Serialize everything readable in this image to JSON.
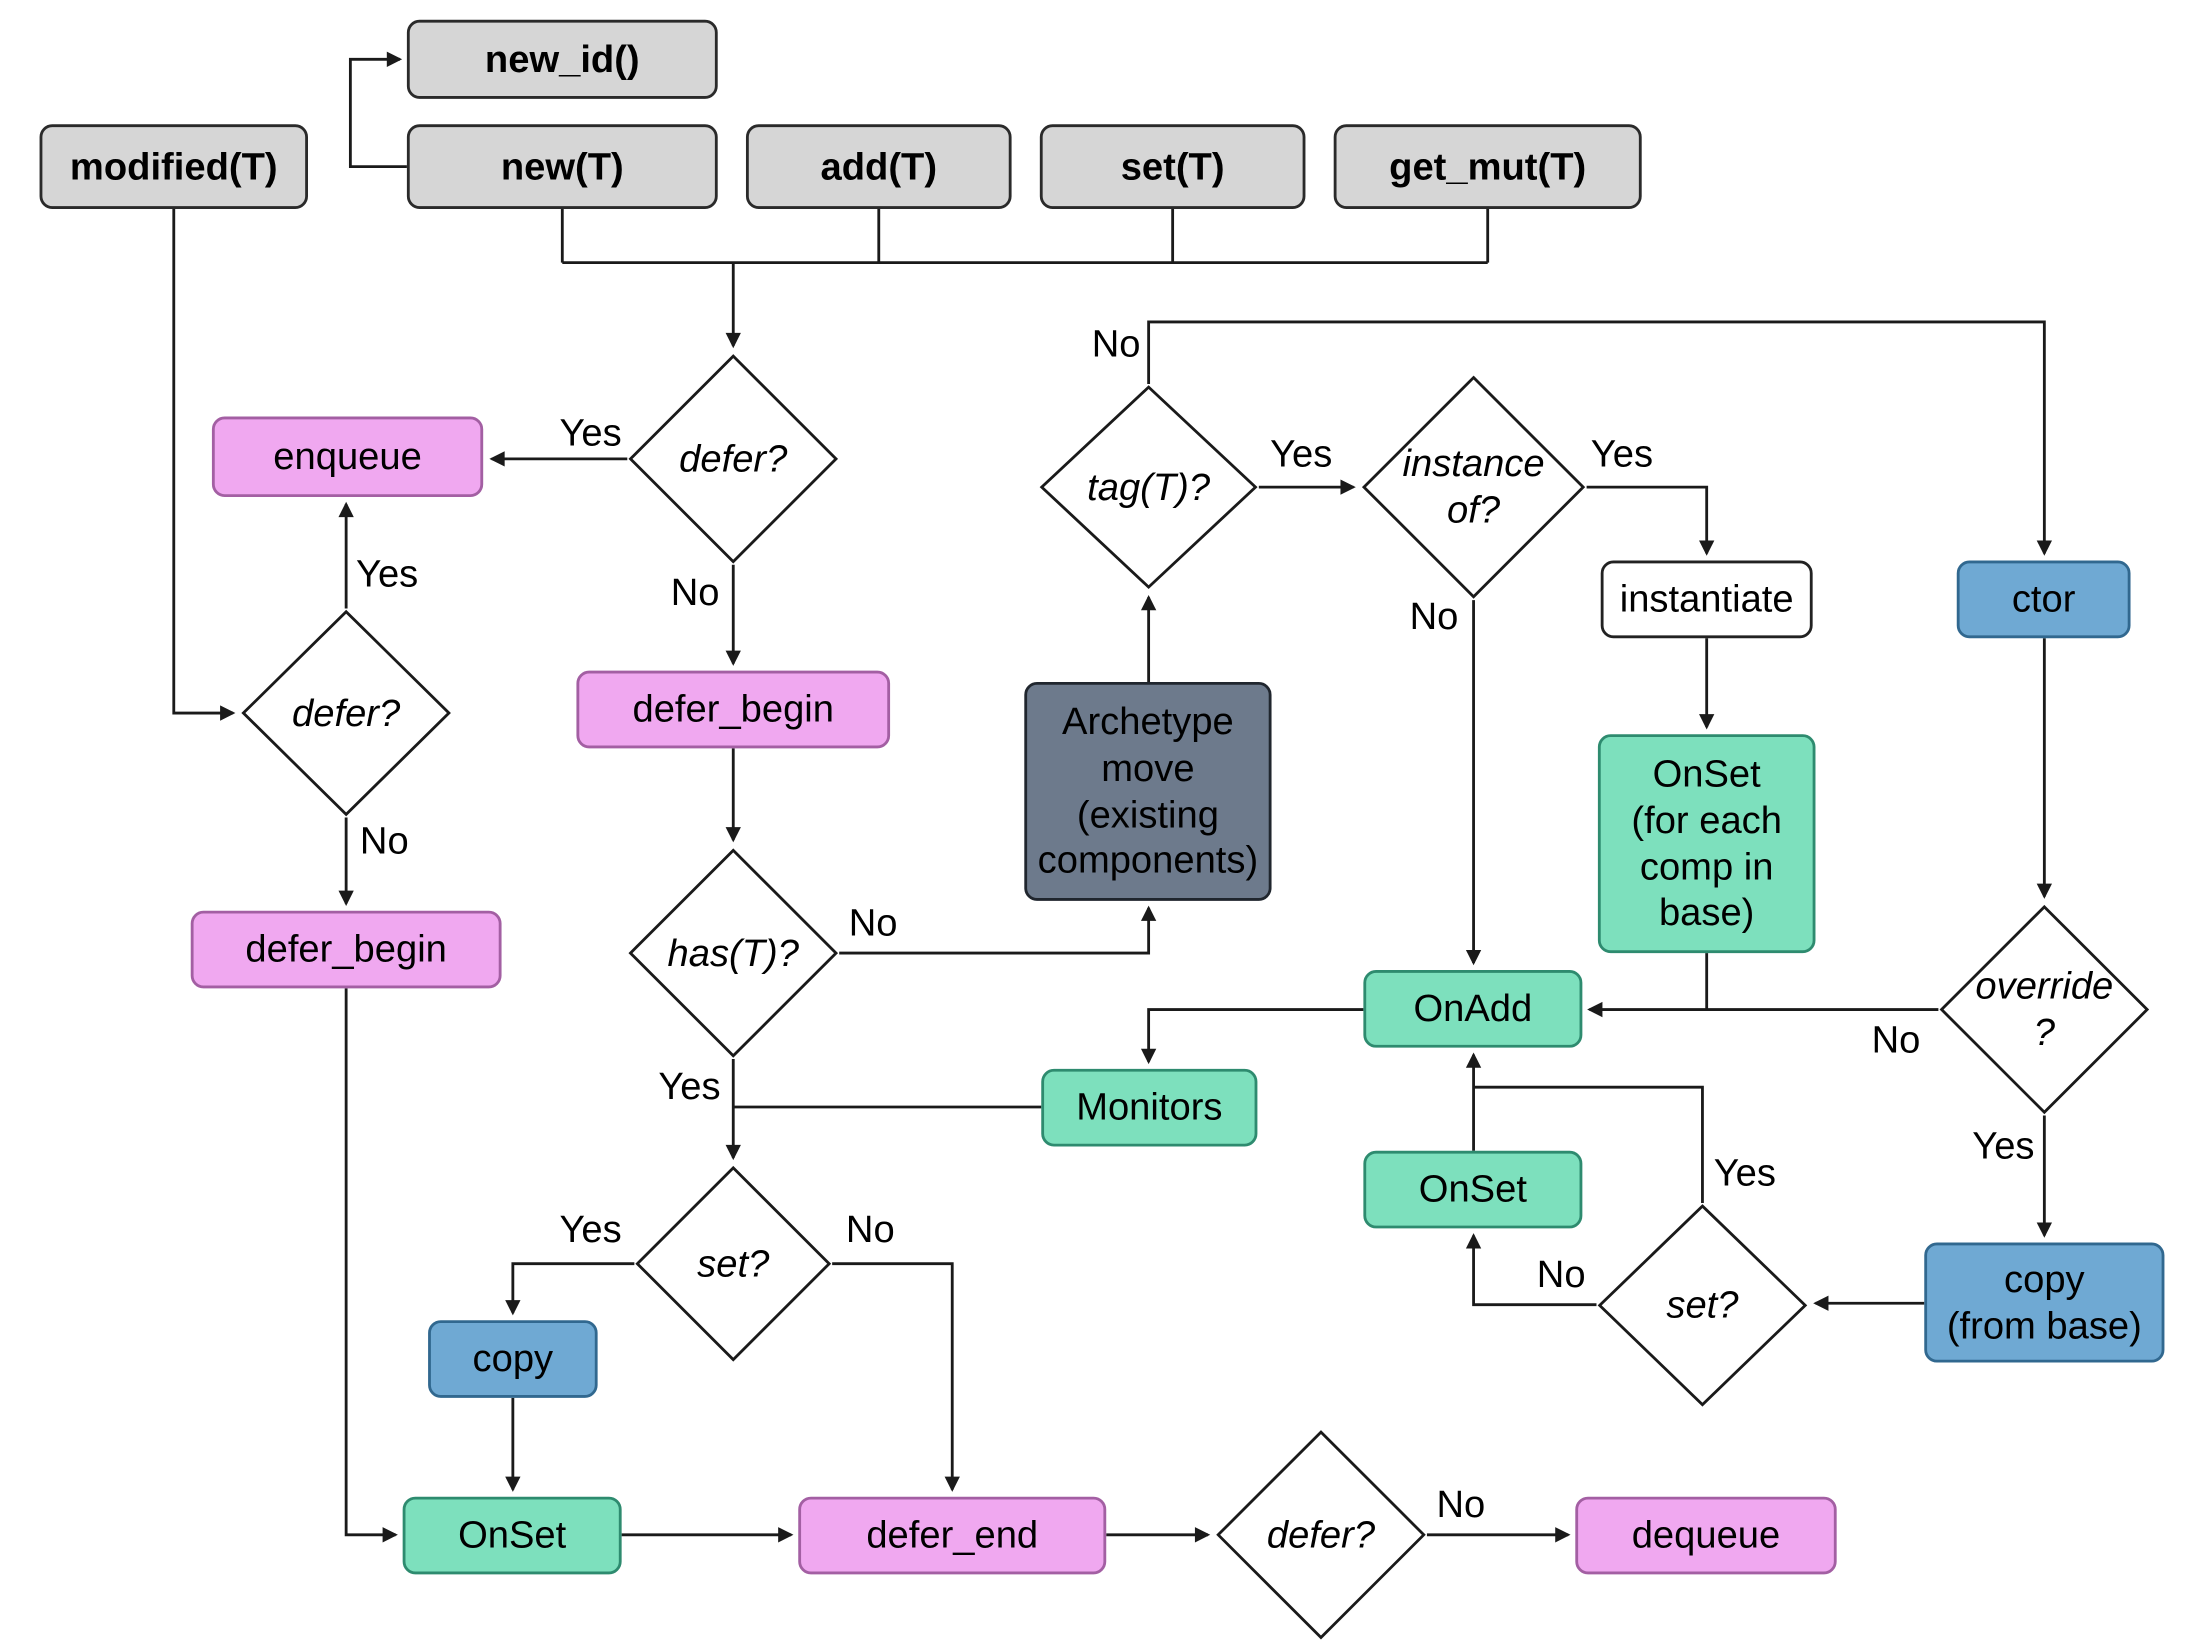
{
  "diagram": {
    "nodes": {
      "new_id": "new_id()",
      "modified": "modified(T)",
      "new": "new(T)",
      "add": "add(T)",
      "set": "set(T)",
      "get_mut": "get_mut(T)",
      "enqueue": "enqueue",
      "defer_center": "defer?",
      "defer_left": "defer?",
      "defer_begin_center": "defer_begin",
      "defer_begin_left": "defer_begin",
      "tag": "tag(T)?",
      "instance_of": "instance\nof?",
      "ctor": "ctor",
      "instantiate": "instantiate",
      "archetype_move": "Archetype\nmove\n(existing\ncomponents)",
      "onset_base": "OnSet\n(for each\ncomp in\nbase)",
      "has": "has(T)?",
      "onadd": "OnAdd",
      "override": "override\n?",
      "monitors": "Monitors",
      "onset_right": "OnSet",
      "set_right": "set?",
      "copy_from_base": "copy\n(from base)",
      "set_left": "set?",
      "copy": "copy",
      "onset_bottom": "OnSet",
      "defer_end": "defer_end",
      "defer_bottom": "defer?",
      "dequeue": "dequeue"
    },
    "edge_labels": {
      "yes": "Yes",
      "no": "No"
    },
    "colors": {
      "api_box": "#d6d6d6",
      "queue_box": "#f0a8f0",
      "hook_box": "#7de0bd",
      "copy_box": "#6fa9d3",
      "archetype_box": "#6d7a8c",
      "plain_box": "#ffffff",
      "line": "#1a1a1a"
    }
  }
}
